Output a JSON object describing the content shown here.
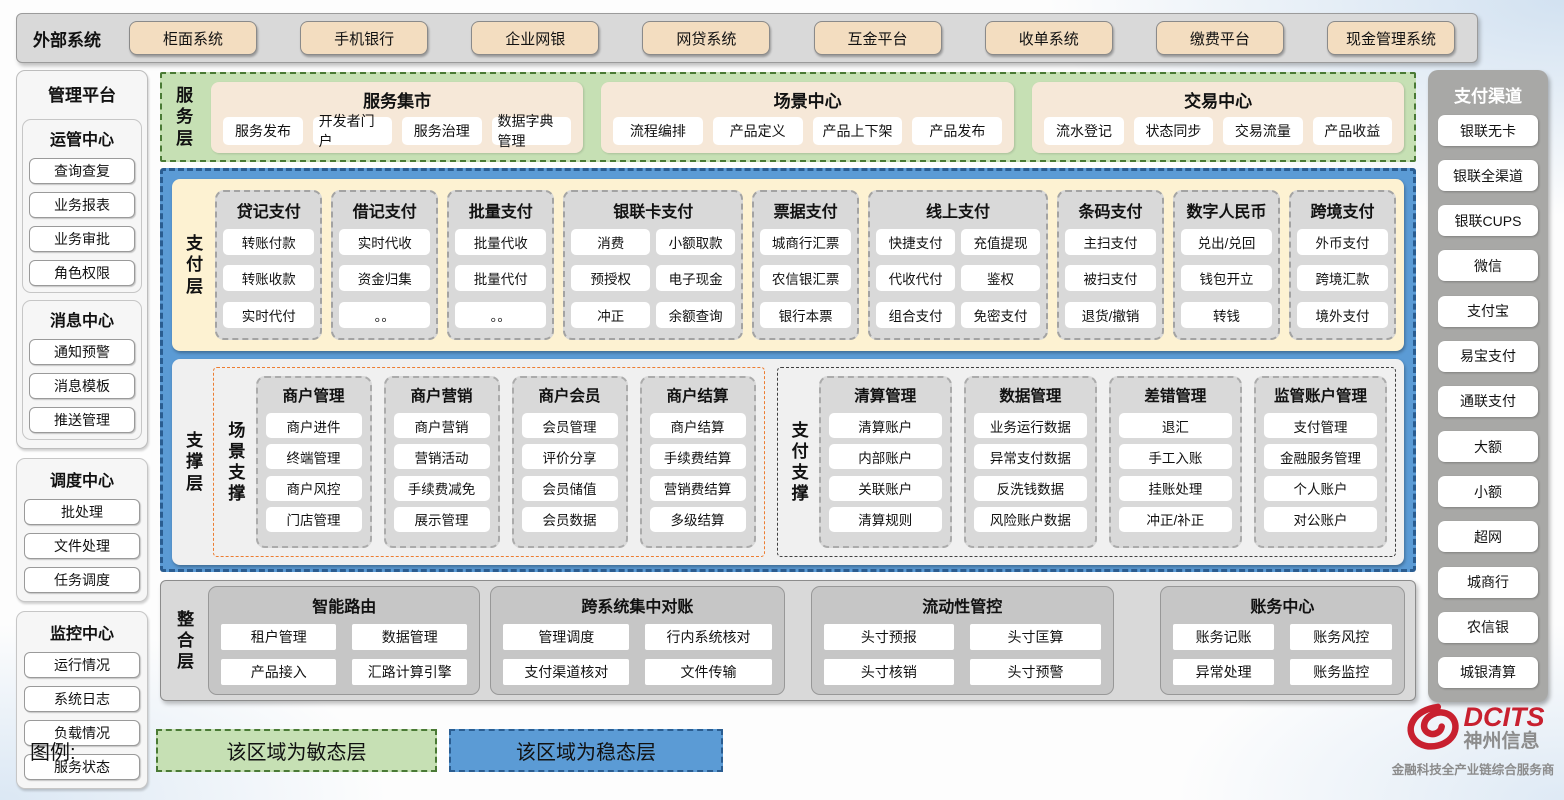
{
  "external_systems": {
    "label": "外部系统",
    "items": [
      "柜面系统",
      "手机银行",
      "企业网银",
      "网贷系统",
      "互金平台",
      "收单系统",
      "缴费平台",
      "现金管理系统"
    ]
  },
  "management_platform": {
    "title": "管理平台",
    "top_groups": [
      {
        "title": "运管中心",
        "items": [
          "查询查复",
          "业务报表",
          "业务审批",
          "角色权限"
        ]
      },
      {
        "title": "消息中心",
        "items": [
          "通知预警",
          "消息模板",
          "推送管理"
        ]
      }
    ],
    "bottom_groups": [
      {
        "title": "调度中心",
        "items": [
          "批处理",
          "文件处理",
          "任务调度"
        ]
      },
      {
        "title": "监控中心",
        "items": [
          "运行情况",
          "系统日志",
          "负载情况",
          "服务状态"
        ]
      }
    ]
  },
  "payment_channels": {
    "title": "支付渠道",
    "items": [
      "银联无卡",
      "银联全渠道",
      "银联CUPS",
      "微信",
      "支付宝",
      "易宝支付",
      "通联支付",
      "大额",
      "小额",
      "超网",
      "城商行",
      "农信银",
      "城银清算"
    ]
  },
  "service_layer": {
    "label": "服务层",
    "centers": [
      {
        "title": "服务集市",
        "items": [
          "服务发布",
          "开发者门户",
          "服务治理",
          "数据字典管理"
        ]
      },
      {
        "title": "场景中心",
        "items": [
          "流程编排",
          "产品定义",
          "产品上下架",
          "产品发布"
        ]
      },
      {
        "title": "交易中心",
        "items": [
          "流水登记",
          "状态同步",
          "交易流量",
          "产品收益"
        ]
      }
    ]
  },
  "payment_layer": {
    "label": "支付层",
    "columns": [
      {
        "title": "贷记支付",
        "type": "single",
        "items": [
          "转账付款",
          "转账收款",
          "实时代付"
        ]
      },
      {
        "title": "借记支付",
        "type": "single",
        "items": [
          "实时代收",
          "资金归集",
          "。。"
        ]
      },
      {
        "title": "批量支付",
        "type": "single",
        "items": [
          "批量代收",
          "批量代付",
          "。。"
        ]
      },
      {
        "title": "银联卡支付",
        "type": "double",
        "items": [
          "消费",
          "小额取款",
          "预授权",
          "电子现金",
          "冲正",
          "余额查询"
        ]
      },
      {
        "title": "票据支付",
        "type": "single",
        "items": [
          "城商行汇票",
          "农信银汇票",
          "银行本票"
        ]
      },
      {
        "title": "线上支付",
        "type": "double",
        "items": [
          "快捷支付",
          "充值提现",
          "代收代付",
          "鉴权",
          "组合支付",
          "免密支付"
        ]
      },
      {
        "title": "条码支付",
        "type": "single",
        "items": [
          "主扫支付",
          "被扫支付",
          "退货/撤销"
        ]
      },
      {
        "title": "数字人民币",
        "type": "single",
        "items": [
          "兑出/兑回",
          "钱包开立",
          "转钱"
        ]
      },
      {
        "title": "跨境支付",
        "type": "single",
        "items": [
          "外币支付",
          "跨境汇款",
          "境外支付"
        ]
      }
    ]
  },
  "support_layer": {
    "label": "支撑层",
    "sections": [
      {
        "label": "场景支撑",
        "style": "sec-scene",
        "columns": [
          {
            "title": "商户管理",
            "items": [
              "商户进件",
              "终端管理",
              "商户风控",
              "门店管理"
            ]
          },
          {
            "title": "商户营销",
            "items": [
              "商户营销",
              "营销活动",
              "手续费减免",
              "展示管理"
            ]
          },
          {
            "title": "商户会员",
            "items": [
              "会员管理",
              "评价分享",
              "会员储值",
              "会员数据"
            ]
          },
          {
            "title": "商户结算",
            "items": [
              "商户结算",
              "手续费结算",
              "营销费结算",
              "多级结算"
            ]
          }
        ]
      },
      {
        "label": "支付支撑",
        "style": "sec-dark",
        "columns": [
          {
            "title": "清算管理",
            "items": [
              "清算账户",
              "内部账户",
              "关联账户",
              "清算规则"
            ]
          },
          {
            "title": "数据管理",
            "items": [
              "业务运行数据",
              "异常支付数据",
              "反洗钱数据",
              "风险账户数据"
            ]
          },
          {
            "title": "差错管理",
            "items": [
              "退汇",
              "手工入账",
              "挂账处理",
              "冲正/补正"
            ]
          },
          {
            "title": "监管账户管理",
            "items": [
              "支付管理",
              "金融服务管理",
              "个人账户",
              "对公账户"
            ]
          }
        ]
      }
    ]
  },
  "integration_layer": {
    "label": "整合层",
    "panels": [
      {
        "title": "智能路由",
        "items": [
          "租户管理",
          "数据管理",
          "产品接入",
          "汇路计算引擎"
        ]
      },
      {
        "title": "跨系统集中对账",
        "items": [
          "管理调度",
          "行内系统核对",
          "支付渠道核对",
          "文件传输"
        ]
      },
      {
        "title": "流动性管控",
        "items": [
          "头寸预报",
          "头寸匡算",
          "头寸核销",
          "头寸预警"
        ]
      },
      {
        "title": "账务中心",
        "items": [
          "账务记账",
          "账务风控",
          "异常处理",
          "账务监控"
        ]
      }
    ]
  },
  "legend": {
    "label": "图例:",
    "agile_label": "该区域为敏态层",
    "stable_label": "该区域为稳态层"
  },
  "logo": {
    "brand": "DCITS",
    "company": "神州信息",
    "tagline": "金融科技全产业链综合服务商"
  },
  "colors": {
    "agile_green": "#c6e0b4",
    "stable_blue": "#5b9bd5",
    "external_tan": "#f3ddc0",
    "brand_red": "#c8202f",
    "panel_gray": "#d9d9d9"
  }
}
